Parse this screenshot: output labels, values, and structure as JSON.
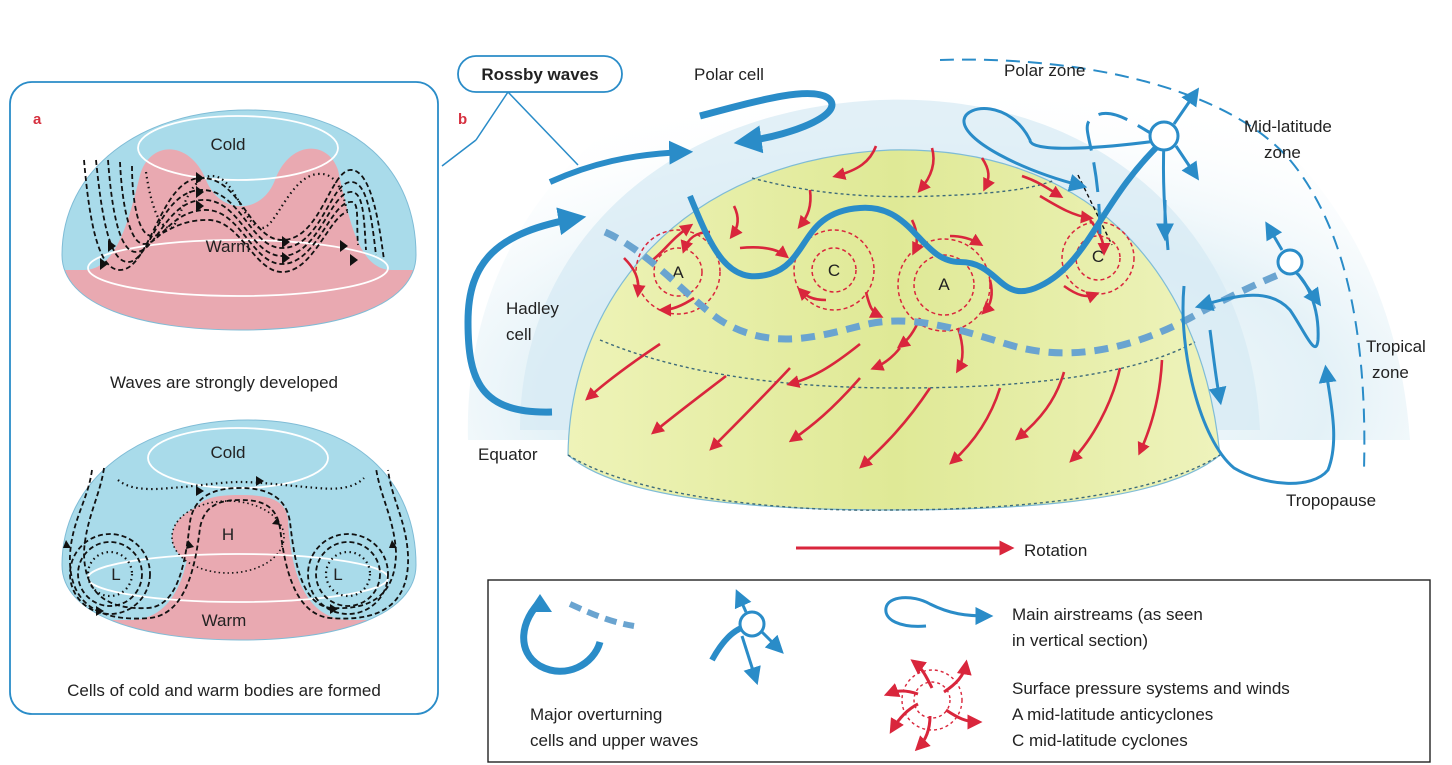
{
  "colors": {
    "cold": "#a9dbea",
    "warm": "#e9a9b1",
    "airstream": "#2a8cc8",
    "rossby_dashed": "#6aa4d0",
    "surface_wind": "#d9263c",
    "globe_green": "#e2ec9e",
    "panel_letter": "#d6303f"
  },
  "panel_a": {
    "letter": "a",
    "top_globe": {
      "cold_label": "Cold",
      "warm_label": "Warm",
      "caption": "Waves are strongly developed"
    },
    "bottom_globe": {
      "cold_label": "Cold",
      "warm_label": "Warm",
      "high_label": "H",
      "low_left_label": "L",
      "low_right_label": "L",
      "caption": "Cells of cold and warm bodies are formed"
    }
  },
  "panel_b": {
    "letter": "b",
    "rossby_label": "Rossby waves",
    "polar_cell": "Polar cell",
    "polar_zone": "Polar zone",
    "mid_latitude_zone": [
      "Mid-latitude",
      "zone"
    ],
    "hadley_cell": [
      "Hadley",
      "cell"
    ],
    "tropical_zone": [
      "Tropical",
      "zone"
    ],
    "equator": "Equator",
    "tropopause": "Tropopause",
    "rotation": "Rotation",
    "pressure_labels": [
      "A",
      "C",
      "A",
      "C"
    ]
  },
  "legend": {
    "major_cells": [
      "Major overturning",
      "cells and upper waves"
    ],
    "main_airstreams": [
      "Main airstreams (as seen",
      "in vertical section)"
    ],
    "surface_systems": [
      "Surface pressure systems and winds",
      "A mid-latitude anticyclones",
      "C mid-latitude cyclones"
    ]
  },
  "icons": {
    "airstream_loop": "airstream-loop-icon",
    "overturning_cell": "overturning-cell-icon",
    "upper_wave_node": "upper-wave-node-icon",
    "pressure_system": "pressure-system-icon"
  }
}
